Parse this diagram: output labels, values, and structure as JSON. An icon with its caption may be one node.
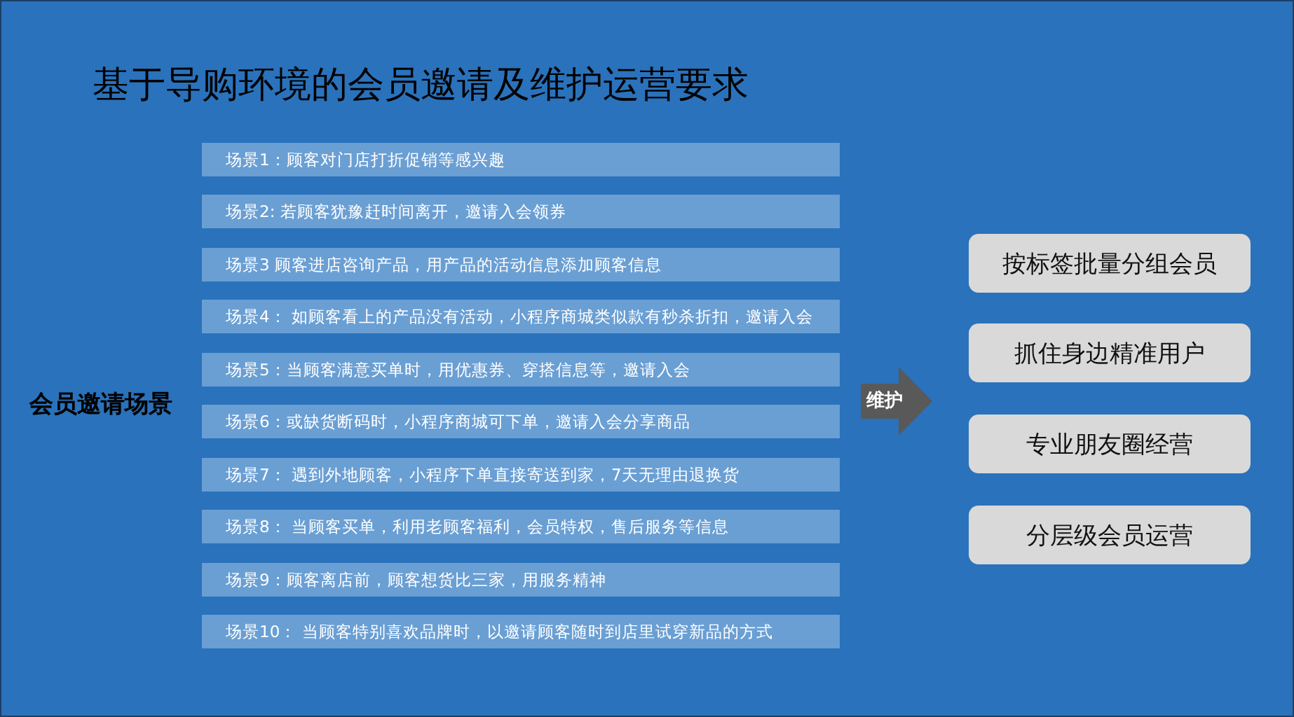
{
  "diagram": {
    "title": "基于导购环境的会员邀请及维护运营要求",
    "nodes": [
      {
        "text": [
          "会员邀请场景"
        ]
      },
      {
        "text": [
          "场景1：顾客对门店打折促销等感兴趣"
        ]
      },
      {
        "text": [
          "场景2: 若顾客犹豫赶时间离开，邀请入会领券"
        ]
      },
      {
        "text": [
          "场景3 顾客进店咨询产品，用产品的活动信息添加顾客信息"
        ]
      },
      {
        "text": [
          "场景4： 如顾客看上的产品没有活动，小程序商城类似款有秒杀折扣，邀请入会"
        ]
      },
      {
        "text": [
          "场景5：当顾客满意买单时，用优惠券、穿搭信息等，邀请入会"
        ]
      },
      {
        "text": [
          "场景6：或缺货断码时，小程序商城可下单，邀请入会分享商品"
        ]
      },
      {
        "text": [
          "场景7： 遇到外地顾客，小程序下单直接寄送到家，7天无理由退换货"
        ]
      },
      {
        "text": [
          "场景8： 当顾客买单，利用老顾客福利，会员特权，售后服务等信息"
        ]
      },
      {
        "text": [
          "场景9：顾客离店前，顾客想货比三家，用服务精神"
        ]
      },
      {
        "text": [
          "场景10： 当顾客特别喜欢品牌时，以邀请顾客随时到店里试穿新品的方式"
        ]
      },
      {
        "text": [
          "维护"
        ]
      },
      {
        "text": [
          "按标签批量分组会员"
        ]
      },
      {
        "text": [
          "抓住身边精准用户"
        ]
      },
      {
        "text": [
          "专业朋友圈经营"
        ]
      },
      {
        "text": [
          "分层级会员运营"
        ]
      }
    ]
  }
}
